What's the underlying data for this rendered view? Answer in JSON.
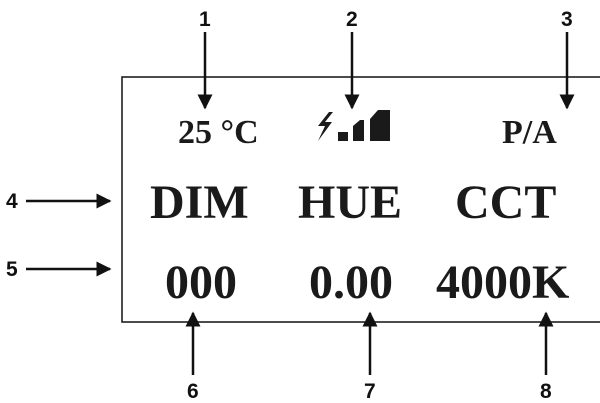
{
  "display": {
    "temperature": "25 °C",
    "mode": "P/A",
    "signal_icon": "signal-strength-icon",
    "labels": [
      "DIM",
      "HUE",
      "CCT"
    ],
    "values": [
      "000",
      "0.00",
      "4000K"
    ]
  },
  "callouts": [
    "1",
    "2",
    "3",
    "4",
    "5",
    "6",
    "7",
    "8"
  ],
  "colors": {
    "ink": "#111111",
    "background": "#ffffff"
  }
}
